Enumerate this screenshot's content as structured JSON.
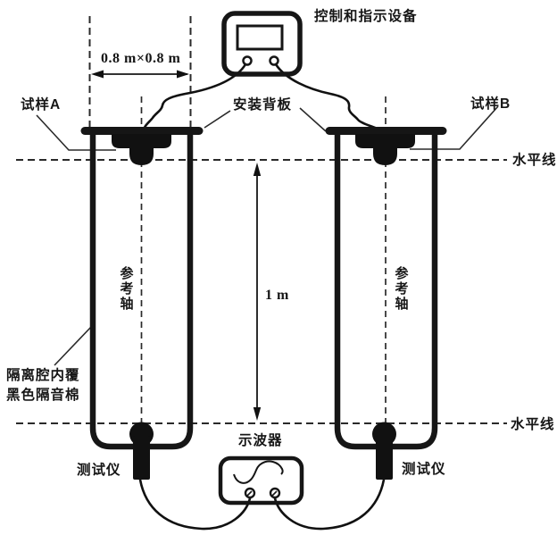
{
  "diagram": {
    "type": "acoustic-test-setup-schematic",
    "colors": {
      "ink": "#161616",
      "background": "#ffffff"
    }
  },
  "labels": {
    "control_device": "控制和指示设备",
    "backplane_size": "0.8 m×0.8 m",
    "sample_a": "试样A",
    "sample_b": "试样B",
    "mounting_backplane": "安装背板",
    "horizontal_line_top": "水平线",
    "horizontal_line_bottom": "水平线",
    "reference_axis_left": "参考轴",
    "reference_axis_right": "参考轴",
    "separation_distance": "1 m",
    "chamber_note_line1": "隔离腔内覆",
    "chamber_note_line2": "黑色隔音棉",
    "oscilloscope": "示波器",
    "tester_left": "测试仪",
    "tester_right": "测试仪"
  }
}
